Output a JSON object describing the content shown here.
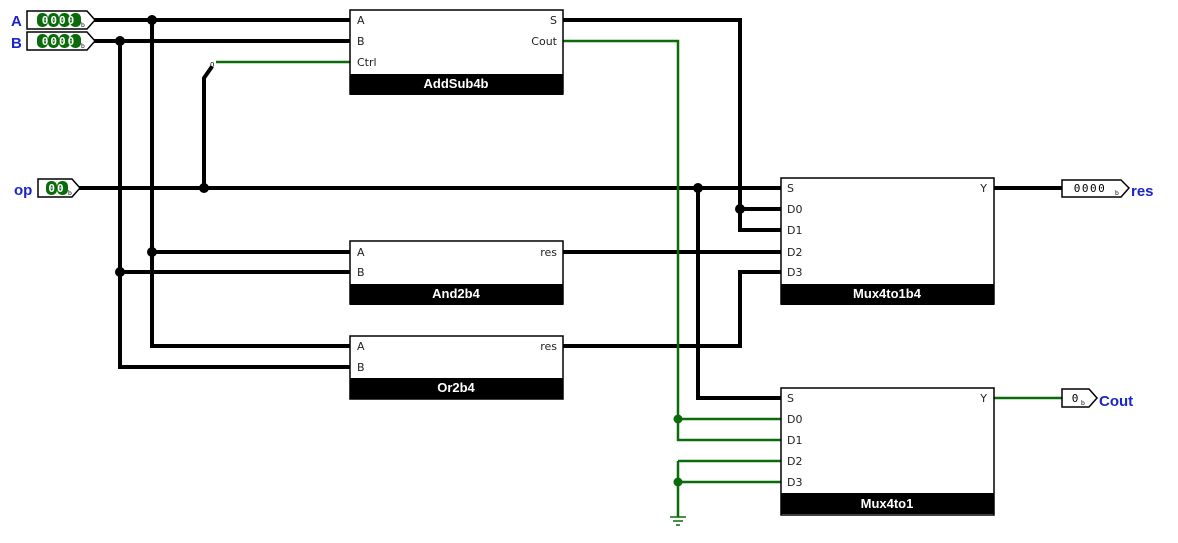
{
  "inputs": {
    "A": {
      "label": "A",
      "value": "0000",
      "radix": "b"
    },
    "B": {
      "label": "B",
      "value": "0000",
      "radix": "b"
    },
    "op": {
      "label": "op",
      "value": "00",
      "radix": "b"
    }
  },
  "outputs": {
    "res": {
      "label": "res",
      "value": "0000",
      "radix": "b"
    },
    "cout": {
      "label": "Cout",
      "value": "0",
      "radix": "b"
    }
  },
  "constant": {
    "value": "0"
  },
  "components": {
    "addsub": {
      "name": "AddSub4b",
      "ports": {
        "a": "A",
        "b": "B",
        "ctrl": "Ctrl",
        "s": "S",
        "cout": "Cout"
      }
    },
    "and": {
      "name": "And2b4",
      "ports": {
        "a": "A",
        "b": "B",
        "res": "res"
      }
    },
    "or": {
      "name": "Or2b4",
      "ports": {
        "a": "A",
        "b": "B",
        "res": "res"
      }
    },
    "mux4": {
      "name": "Mux4to1b4",
      "ports": {
        "s": "S",
        "d0": "D0",
        "d1": "D1",
        "d2": "D2",
        "d3": "D3",
        "y": "Y"
      }
    },
    "mux1": {
      "name": "Mux4to1",
      "ports": {
        "s": "S",
        "d0": "D0",
        "d1": "D1",
        "d2": "D2",
        "d3": "D3",
        "y": "Y"
      }
    }
  },
  "colors": {
    "bus": "#000000",
    "bit": "#0a6b0a",
    "pin_label": "#1a25c8"
  }
}
